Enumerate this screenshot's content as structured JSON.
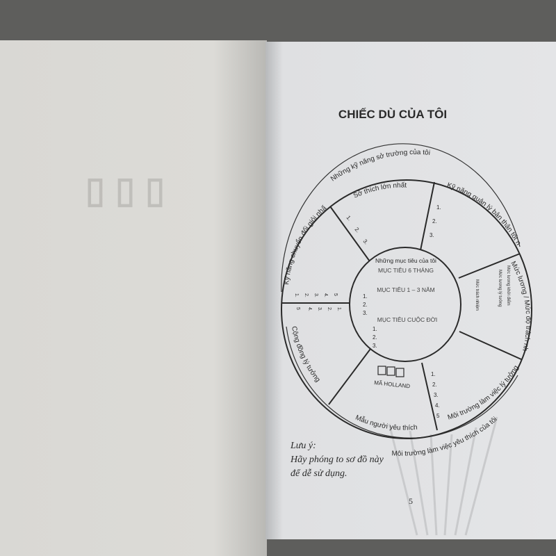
{
  "title": "CHIẾC DÙ CỦA TÔI",
  "outer_top_label": "Những kỹ năng sở trường của tôi",
  "outer_bottom_label": "Môi trường làm việc yêu thích của tôi",
  "segments": {
    "hobbies": {
      "label": "Sở thích lớn nhất",
      "items": [
        "1.",
        "2.",
        "3."
      ]
    },
    "self_management": {
      "label": "Kỹ năng quản lý bản thân tốt nhất",
      "items": [
        "1.",
        "2.",
        "3."
      ]
    },
    "salary": {
      "label": "Mức lương / Mức độ trách nhiệm",
      "items": [
        "Mức lương khởi điểm",
        "Mức lương lý tưởng",
        "Mức trách nhiệm"
      ]
    },
    "work_environment": {
      "label": "Môi trường làm việc lý tưởng",
      "items": [
        "1.",
        "2.",
        "3.",
        "4.",
        "5"
      ]
    },
    "people": {
      "label": "Mẫu người yêu thích",
      "holland": "MÃ HOLLAND"
    },
    "community": {
      "label": "Cộng đồng lý tưởng",
      "items": [
        "1.",
        "2.",
        "3.",
        "4.",
        "5"
      ]
    },
    "transferable": {
      "label": "Kỹ năng chuyển đổi giỏi nhất",
      "items": [
        "1.",
        "2.",
        "3.",
        "4.",
        "5"
      ]
    }
  },
  "center": {
    "heading": "Những mục tiêu của tôi",
    "goal_6m": "MỤC TIÊU 6 THÁNG",
    "goal_1_3y": "MỤC TIÊU 1 – 3 NĂM",
    "goal_1_3y_items": [
      "1.",
      "2.",
      "3."
    ],
    "goal_life": "MỤC TIÊU CUỘC ĐỜI",
    "goal_life_items": [
      "1.",
      "2.",
      "3."
    ]
  },
  "note": {
    "heading": "Lưu ý:",
    "line1": "Hãy phóng to sơ đồ này",
    "line2": "để dễ sử dụng."
  },
  "page_number": "5"
}
